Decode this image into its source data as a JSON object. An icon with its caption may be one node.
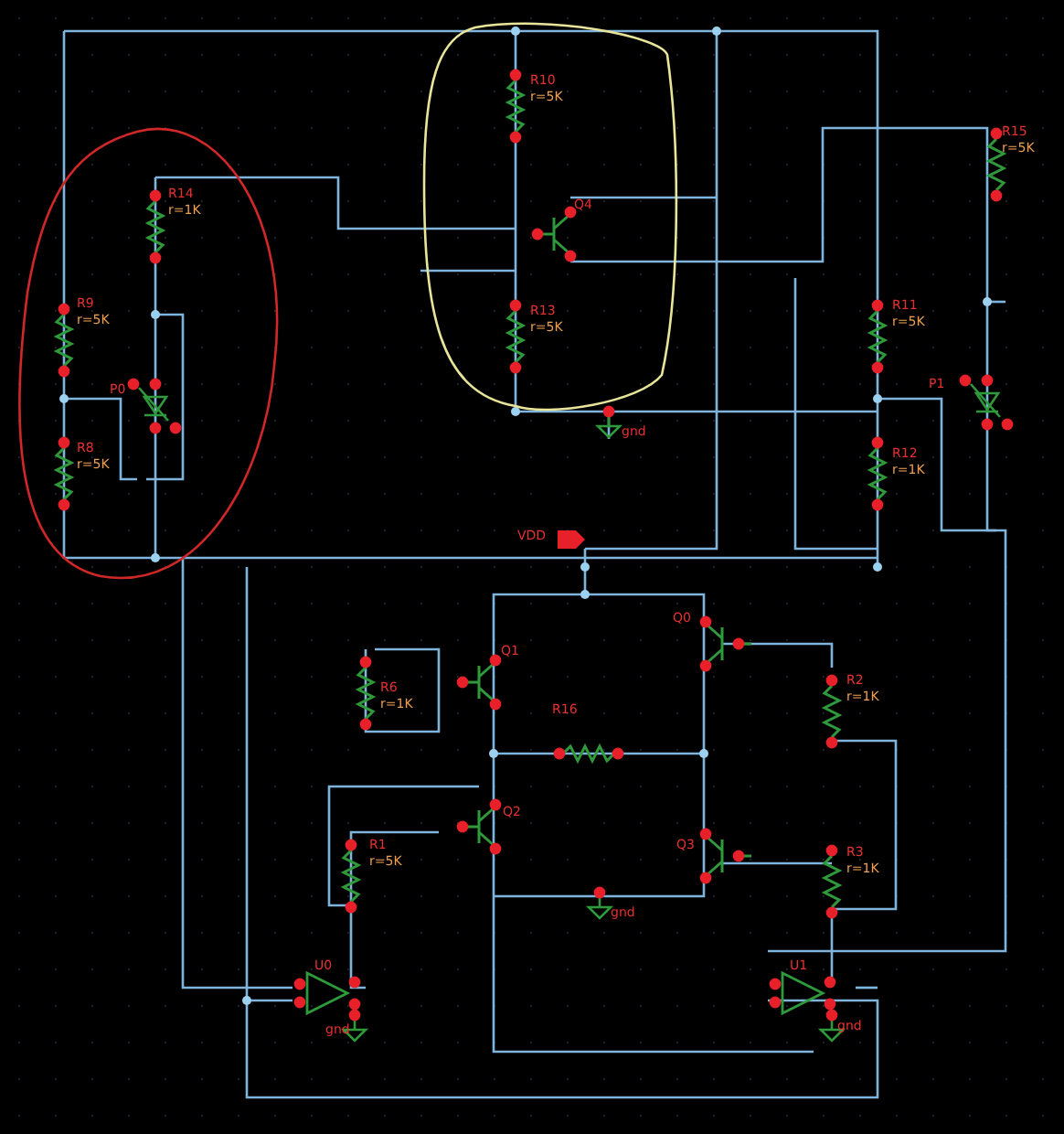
{
  "diagram": {
    "labels": [
      "R14",
      "r=1K",
      "R10",
      "r=5K",
      "R15",
      "r=5K",
      "Q4",
      "R9",
      "r=5K",
      "R11",
      "r=5K",
      "R13",
      "r=5K",
      "P0",
      "P1",
      "gnd",
      "R8",
      "r=5K",
      "R12",
      "r=1K",
      "VDD",
      "Q0",
      "Q1",
      "R6",
      "r=1K",
      "R2",
      "r=1K",
      "R16",
      "Q2",
      "Q3",
      "R1",
      "r=5K",
      "R3",
      "r=1K",
      "gnd",
      "U0",
      "U1",
      "gnd",
      "gnd"
    ]
  }
}
